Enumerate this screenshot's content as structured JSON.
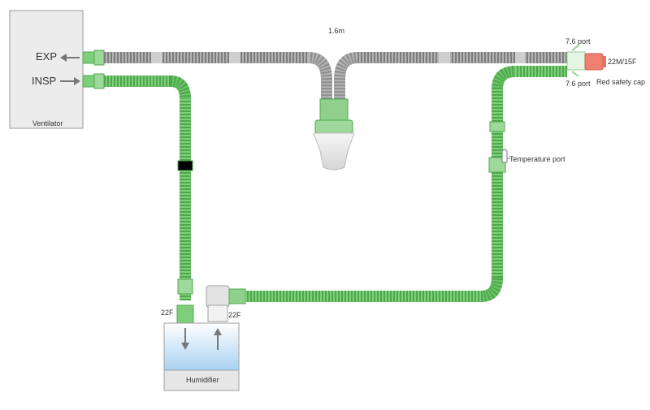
{
  "ventilator": {
    "label": "Ventilator",
    "exp_label": "EXP",
    "insp_label": "INSP"
  },
  "humidifier": {
    "label": "Humidifier",
    "port_left": "22F",
    "port_right": "22F"
  },
  "labels": {
    "length": "1.6m",
    "port_top": "7.6 port",
    "port_bottom": "7.6 port",
    "connector": "22M/15F",
    "safety_cap": "Red safety cap",
    "temperature_port": "Temperature port"
  },
  "colors": {
    "expiratory_tube": "#8e8e8e",
    "inspiratory_tube": "#6cc36a",
    "safety_cap": "#ef8070",
    "humidifier_water": "#bcdcf4",
    "box_fill": "#ececec",
    "box_border": "#9a9a9a"
  }
}
